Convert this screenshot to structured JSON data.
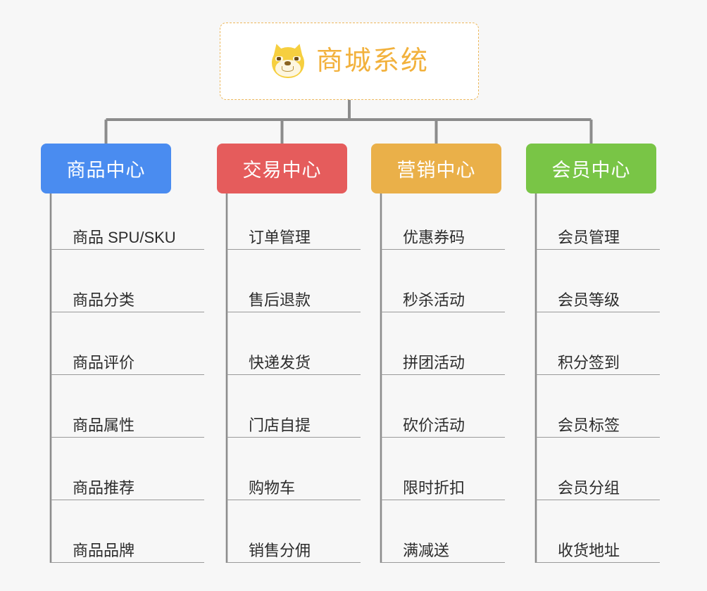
{
  "page": {
    "background_color": "#f7f7f7",
    "connector_color": "#8c8c8c"
  },
  "root": {
    "title": "商城系统",
    "icon": "shiba-dog-face-icon",
    "text_color": "#f2b13c",
    "border_color": "#edb95e",
    "background_color": "#ffffff"
  },
  "columns": [
    {
      "id": "product-center",
      "label": "商品中心",
      "color": "#4a8cf0",
      "items": [
        "商品 SPU/SKU",
        "商品分类",
        "商品评价",
        "商品属性",
        "商品推荐",
        "商品品牌"
      ]
    },
    {
      "id": "trade-center",
      "label": "交易中心",
      "color": "#e55c5c",
      "items": [
        "订单管理",
        "售后退款",
        "快递发货",
        "门店自提",
        "购物车",
        "销售分佣"
      ]
    },
    {
      "id": "marketing-center",
      "label": "营销中心",
      "color": "#eab049",
      "items": [
        "优惠券码",
        "秒杀活动",
        "拼团活动",
        "砍价活动",
        "限时折扣",
        "满减送"
      ]
    },
    {
      "id": "member-center",
      "label": "会员中心",
      "color": "#79c546",
      "items": [
        "会员管理",
        "会员等级",
        "积分签到",
        "会员标签",
        "会员分组",
        "收货地址"
      ]
    }
  ]
}
